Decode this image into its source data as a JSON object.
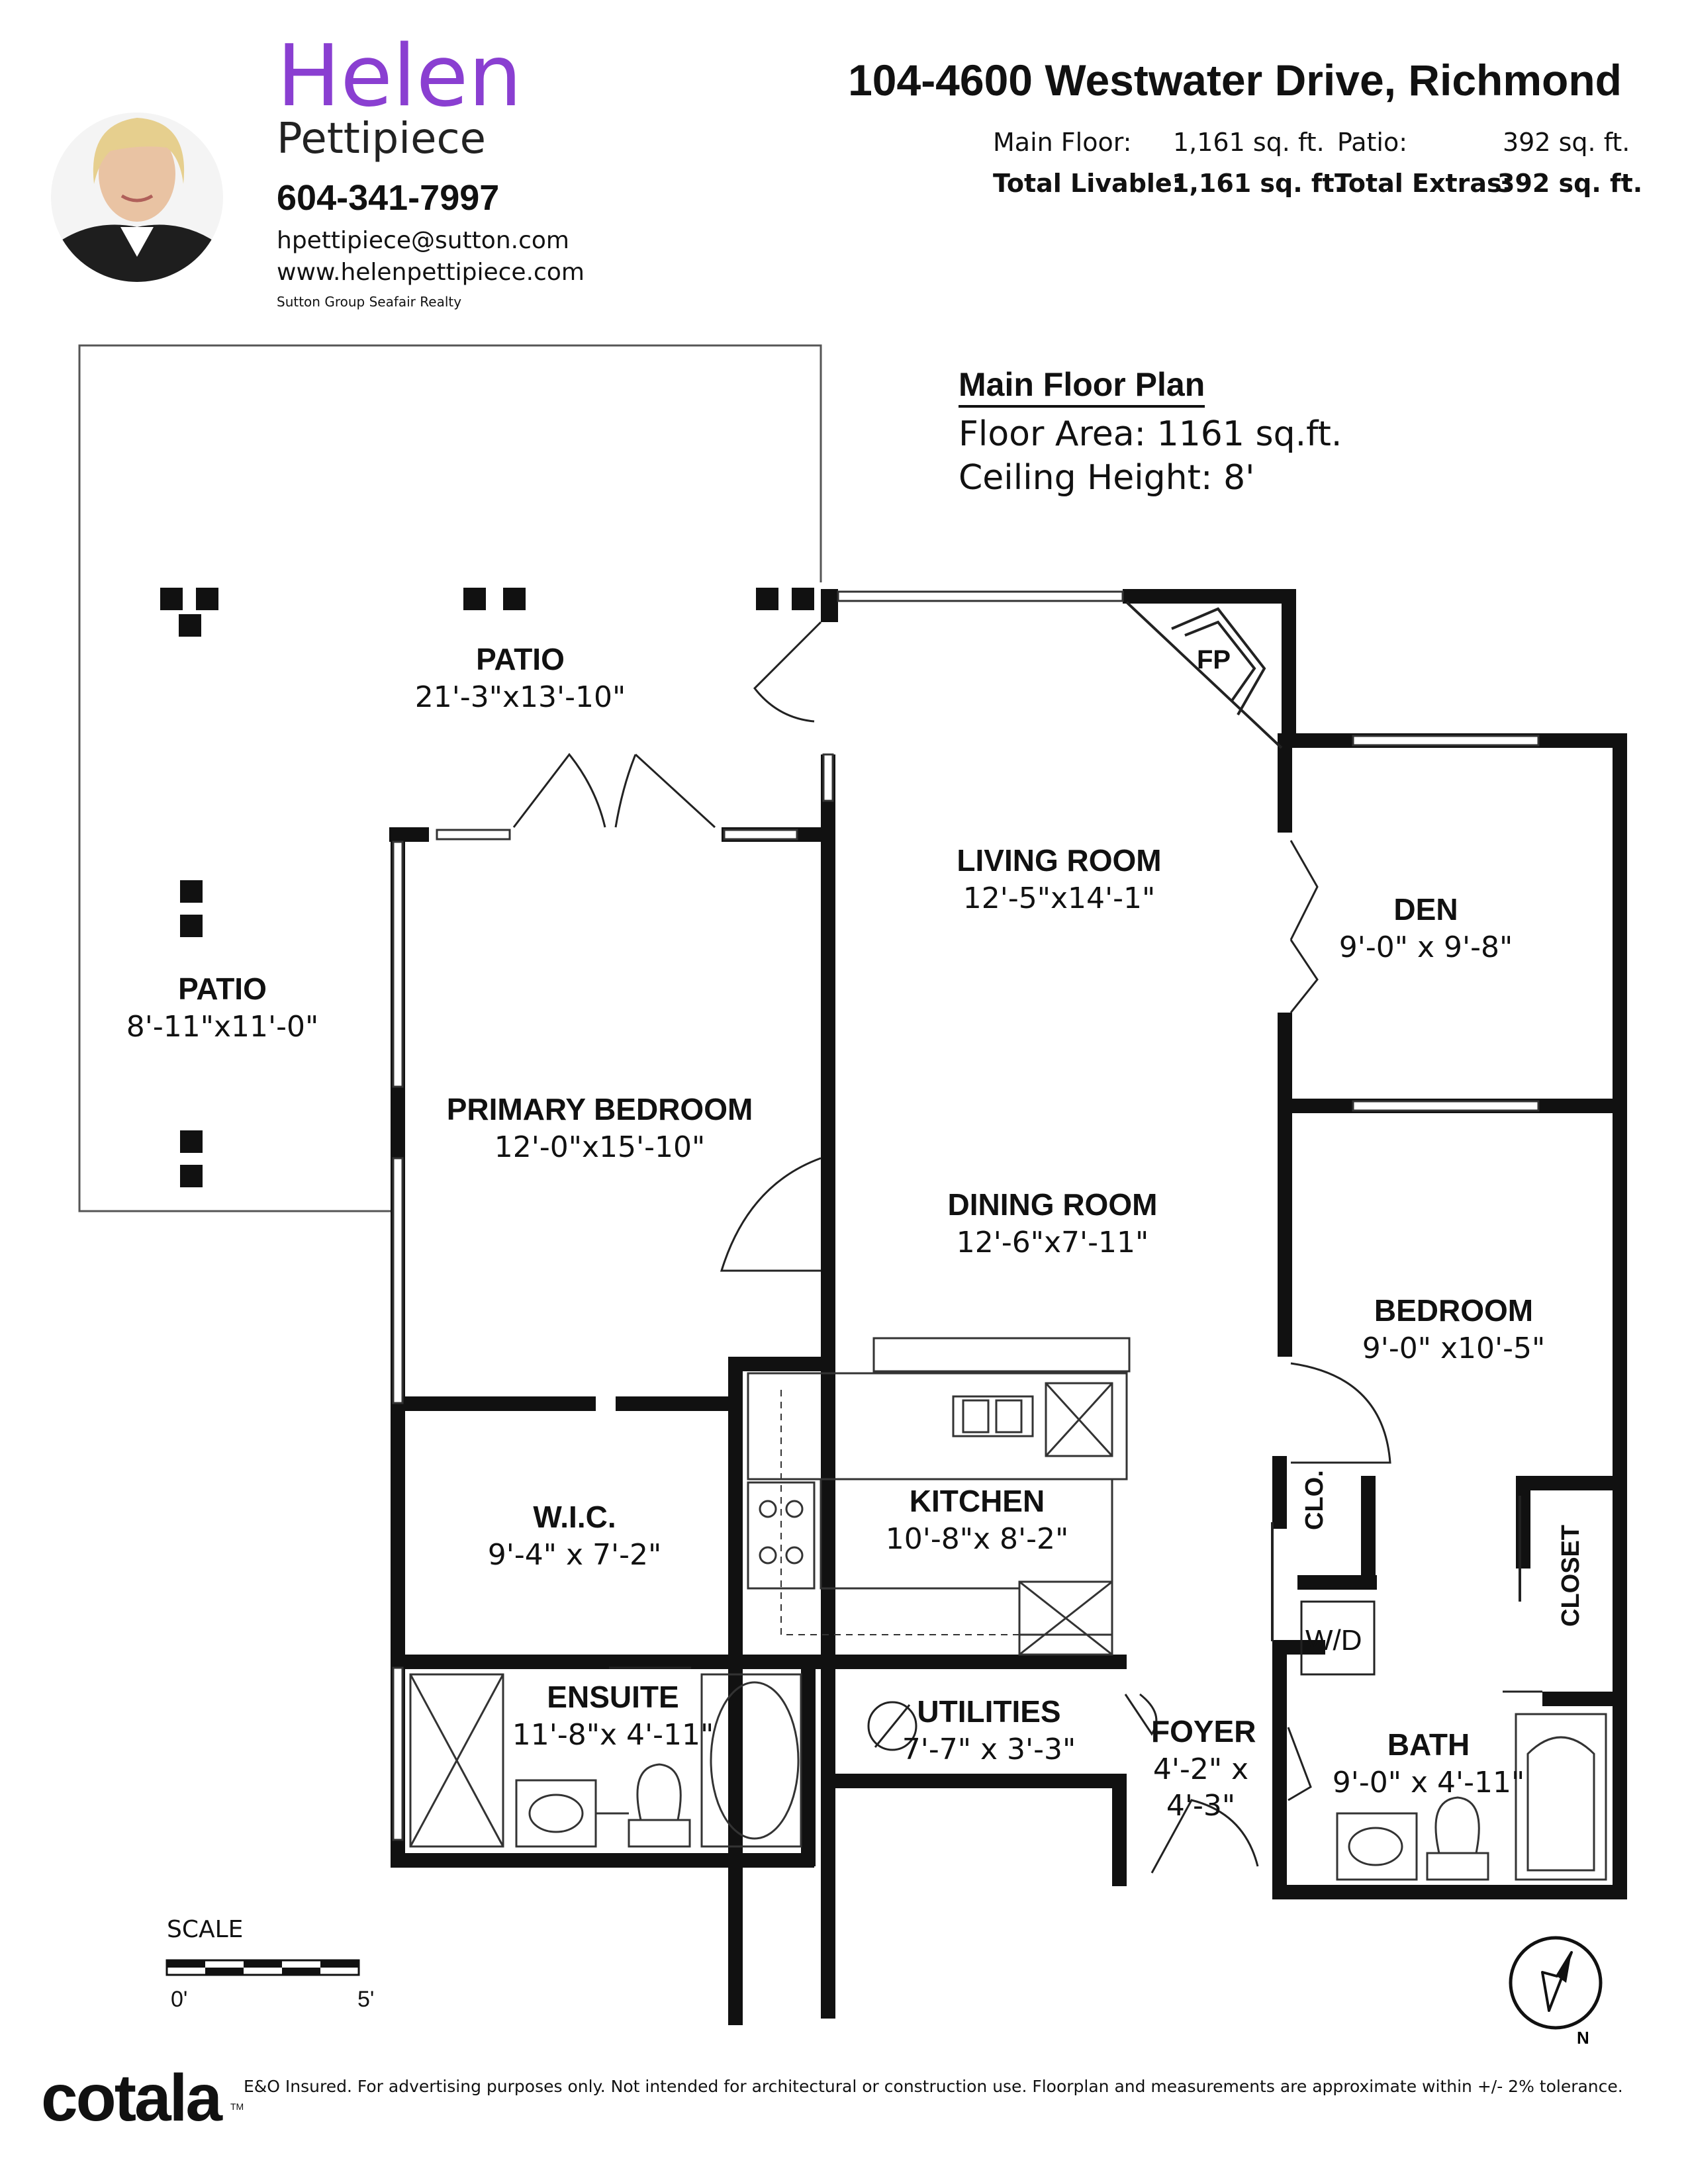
{
  "agent": {
    "first_name": "Helen",
    "last_name": "Pettipiece",
    "phone": "604-341-7997",
    "email": "hpettipiece@sutton.com",
    "website": "www.helenpettipiece.com",
    "brokerage": "Sutton Group Seafair Realty",
    "brand_color": "#8a3fd1"
  },
  "property": {
    "address": "104-4600 Westwater Drive, Richmond",
    "areas": {
      "main_floor_label": "Main Floor:",
      "main_floor_value": "1,161",
      "main_floor_unit": "sq. ft.",
      "patio_label": "Patio:",
      "patio_value": "392",
      "patio_unit": "sq. ft.",
      "total_livable_label": "Total Livable:",
      "total_livable_value": "1,161 sq. ft.",
      "total_extras_label": "Total Extras:",
      "total_extras_value": "392 sq. ft."
    }
  },
  "plan": {
    "title": "Main Floor Plan",
    "floor_area": "Floor Area: 1161 sq.ft.",
    "ceiling_height": "Ceiling Height: 8'",
    "rooms": [
      {
        "name": "PATIO",
        "dims": "21'-3\"x13'-10\""
      },
      {
        "name": "PATIO",
        "dims": "8'-11\"x11'-0\""
      },
      {
        "name": "LIVING ROOM",
        "dims": "12'-5\"x14'-1\""
      },
      {
        "name": "DEN",
        "dims": "9'-0\" x 9'-8\""
      },
      {
        "name": "PRIMARY BEDROOM",
        "dims": "12'-0\"x15'-10\""
      },
      {
        "name": "DINING ROOM",
        "dims": "12'-6\"x7'-11\""
      },
      {
        "name": "BEDROOM",
        "dims": "9'-0\" x10'-5\""
      },
      {
        "name": "W.I.C.",
        "dims": "9'-4\" x 7'-2\""
      },
      {
        "name": "KITCHEN",
        "dims": "10'-8\"x 8'-2\""
      },
      {
        "name": "ENSUITE",
        "dims": "11'-8\"x 4'-11\""
      },
      {
        "name": "UTILITIES",
        "dims": "7'-7\" x 3'-3\""
      },
      {
        "name": "FOYER",
        "dims": "4'-2\" x 4'-3\""
      },
      {
        "name": "BATH",
        "dims": "9'-0\" x 4'-11\""
      }
    ],
    "small_labels": {
      "fireplace": "FP",
      "closet_small": "CLO.",
      "closet": "CLOSET",
      "washer_dryer": "W/D"
    },
    "scale": {
      "label": "SCALE",
      "start": "0'",
      "end": "5'"
    },
    "north_label": "N"
  },
  "footer": {
    "brand": "cotala",
    "trademark": "TM",
    "disclaimer": "E&O Insured. For advertising purposes only. Not intended for architectural or construction use. Floorplan and measurements are approximate within +/- 2% tolerance."
  },
  "colors": {
    "wall": "#111111",
    "accent": "#8a3fd1"
  }
}
